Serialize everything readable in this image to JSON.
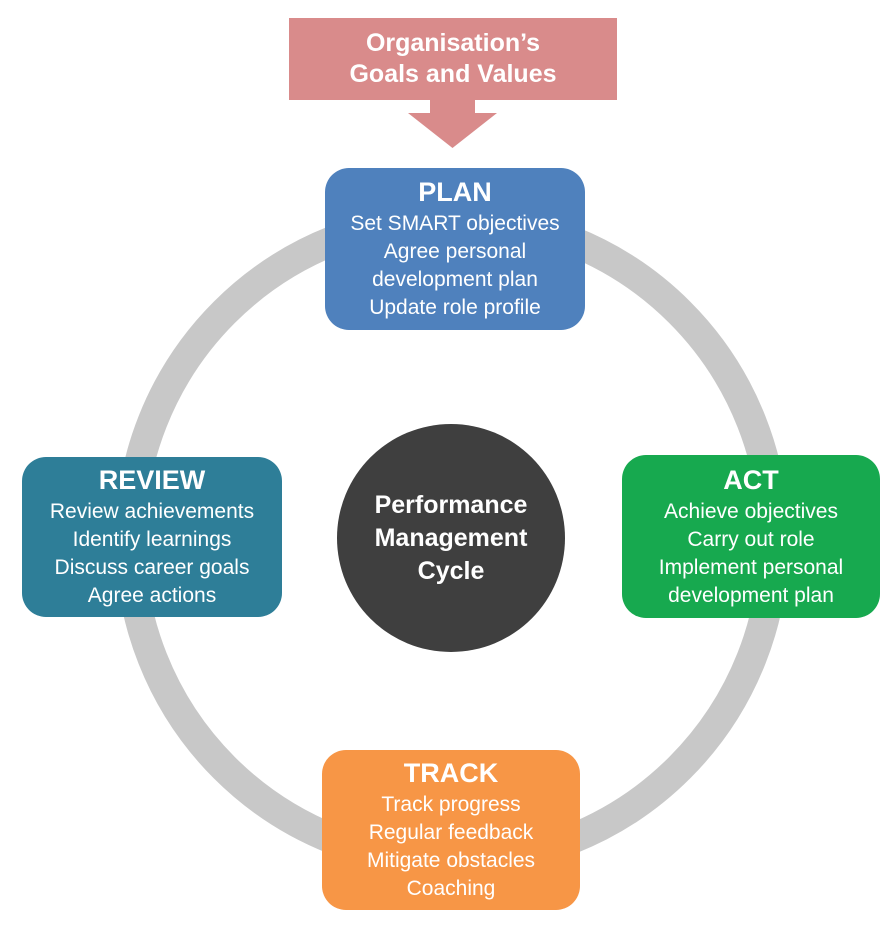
{
  "diagram": {
    "banner": {
      "lines": [
        "Organisation’s",
        "Goals and Values"
      ],
      "color": "#d98b8b"
    },
    "arrow_icon": "down-arrow",
    "ring_color": "#c8c8c8",
    "text_color": "#ffffff",
    "center": {
      "lines": [
        "Performance",
        "Management",
        "Cycle"
      ],
      "color": "#3f3f3f"
    },
    "nodes": [
      {
        "id": "plan",
        "title": "PLAN",
        "color": "#4f81bd",
        "items": [
          "Set SMART objectives",
          "Agree personal development plan",
          "Update role profile"
        ]
      },
      {
        "id": "act",
        "title": "ACT",
        "color": "#17a94f",
        "items": [
          "Achieve objectives",
          "Carry out role",
          "Implement personal development plan"
        ]
      },
      {
        "id": "review",
        "title": "REVIEW",
        "color": "#2e7e98",
        "items": [
          "Review achievements",
          "Identify learnings",
          "Discuss career goals",
          "Agree actions"
        ]
      },
      {
        "id": "track",
        "title": "TRACK",
        "color": "#f79646",
        "items": [
          "Track progress",
          "Regular feedback",
          "Mitigate obstacles",
          "Coaching"
        ]
      }
    ]
  }
}
